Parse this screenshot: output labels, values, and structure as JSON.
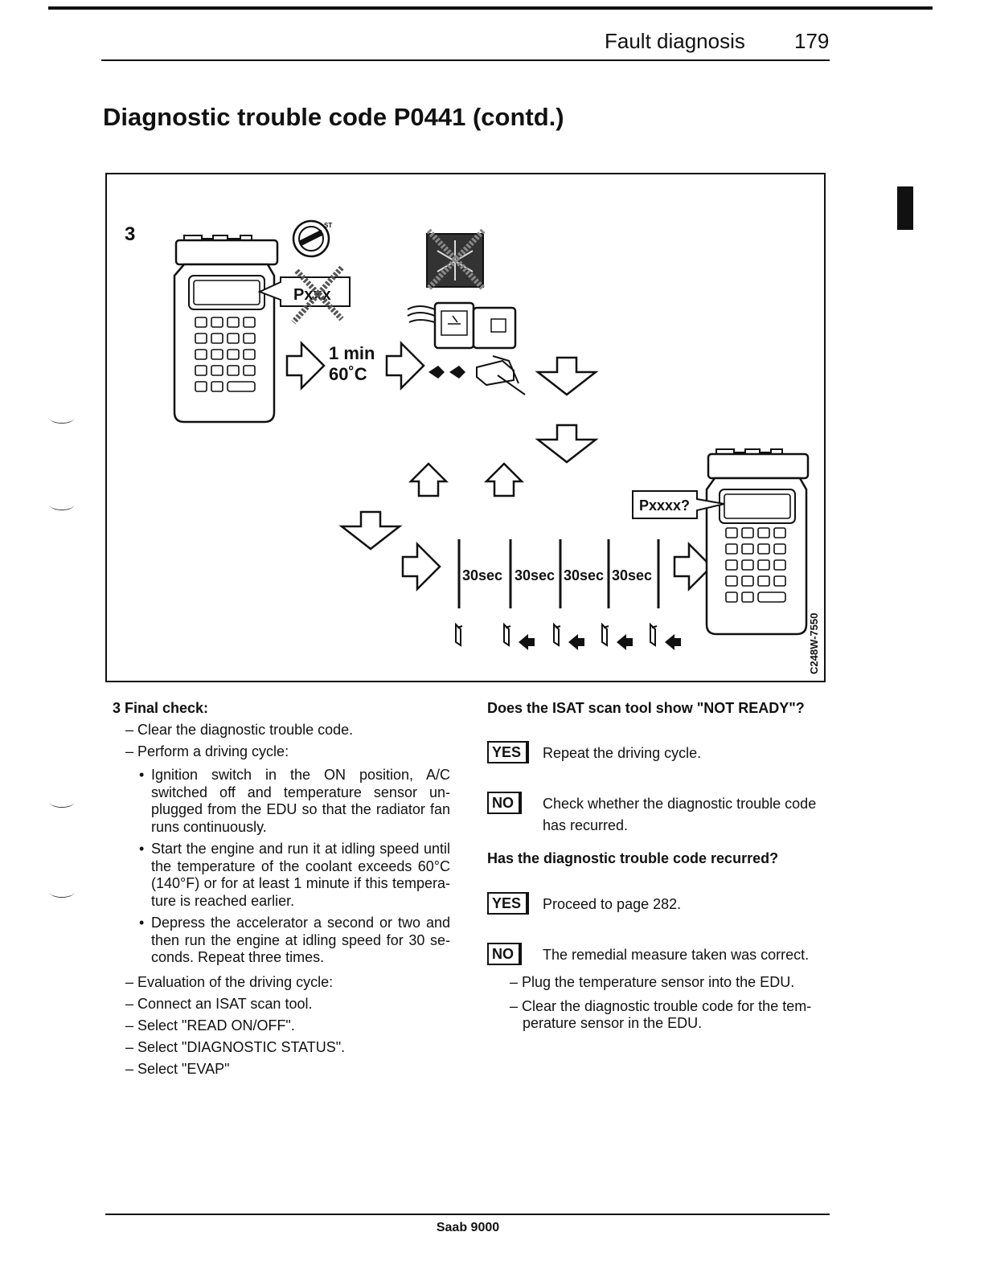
{
  "header": {
    "section": "Fault diagnosis",
    "page_number": "179"
  },
  "title": "Diagnostic trouble code P0441 (contd.)",
  "figure": {
    "step_number": "3",
    "code_crossed": "Pxxx",
    "time_label": "1 min",
    "temp_label": "60˚C",
    "interval_label": "30sec",
    "result_code": "Pxxxx?",
    "figure_id": "C248W-7550"
  },
  "left": {
    "heading": "3 Final check:",
    "items": {
      "clear": "– Clear the diagnostic trouble code.",
      "drive": "– Perform a driving cycle:",
      "bullet1": "Ignition switch in the ON position, A/C switched off and temperature sensor un-plugged from the EDU so that the radiator fan runs continuously.",
      "bullet2": "Start the engine and run it at idling speed until the temperature of the coolant exceeds 60°C (140°F) or for at least 1 minute if this tempera-ture is reached earlier.",
      "bullet3": "Depress the accelerator a second or two and then run the engine at idling speed for 30 se-conds. Repeat three times.",
      "evaluation": "– Evaluation of the driving cycle:",
      "connect": "– Connect an ISAT scan tool.",
      "read": "– Select \"READ ON/OFF\".",
      "status": "– Select \"DIAGNOSTIC STATUS\".",
      "evap": "– Select \"EVAP\""
    }
  },
  "right": {
    "q1": "Does the ISAT scan tool show \"NOT READY\"?",
    "q1_yes_badge": "YES",
    "q1_yes": "Repeat the driving cycle.",
    "q1_no_badge": "NO",
    "q1_no": "Check whether the diagnostic trouble code has recurred.",
    "q2": "Has the diagnostic trouble code recurred?",
    "q2_yes_badge": "YES",
    "q2_yes": "Proceed to page 282.",
    "q2_no_badge": "NO",
    "q2_no": "The remedial measure taken was correct.",
    "q2_no_sub1": "– Plug the temperature sensor into the EDU.",
    "q2_no_sub2": "– Clear the diagnostic trouble code for the tem-perature sensor in the EDU."
  },
  "footer": {
    "model": "Saab 9000"
  }
}
